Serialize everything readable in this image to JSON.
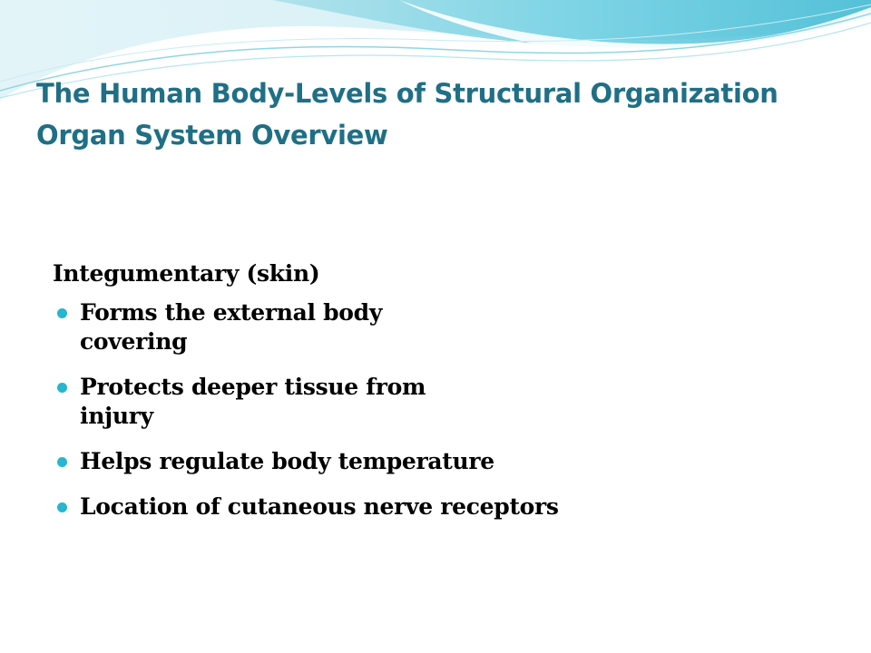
{
  "slide": {
    "title_line1": "The Human Body-Levels of Structural Organization",
    "title_line2": "Organ System Overview",
    "section_heading": "Integumentary (skin)",
    "bullets": [
      "Forms the external body covering",
      "Protects deeper tissue from injury",
      "Helps regulate body temperature",
      "Location of cutaneous nerve receptors"
    ]
  },
  "colors": {
    "title": "#1f6f86",
    "bullet": "#27b5cf",
    "wave_primary": "#5fc9de",
    "wave_light": "#bfe8f1"
  }
}
